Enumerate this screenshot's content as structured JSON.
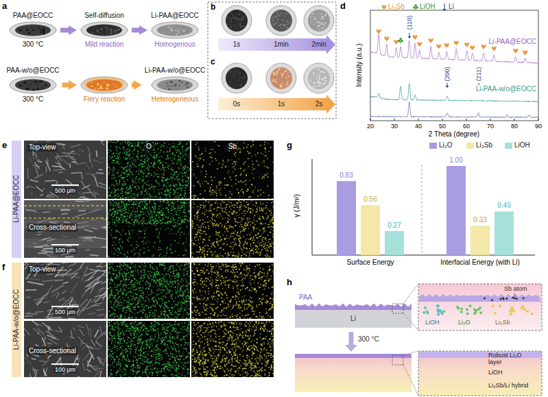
{
  "diagram": {
    "nodes": [
      {
        "text": [
          "PAA@EOCC",
          "300 °C"
        ]
      },
      {
        "text": [
          "Self-diffusion",
          "Mild reaction"
        ]
      },
      {
        "text": [
          "Li-PAA@EOCC",
          "Homogenous"
        ]
      },
      {
        "text": [
          "PAA-w/o@EOCC",
          "300 °C"
        ]
      },
      {
        "text": [
          "Fiery reaction"
        ]
      },
      {
        "text": [
          "Li-PAA-w/o@EOCC",
          "Heterogeneous"
        ]
      }
    ],
    "edges": [
      {
        "from": 0,
        "to": 1,
        "arrow": "to"
      },
      {
        "from": 1,
        "to": 2,
        "arrow": "to"
      },
      {
        "from": 3,
        "to": 4,
        "arrow": "to"
      },
      {
        "from": 4,
        "to": 5,
        "arrow": "to"
      }
    ],
    "labels": [
      "a",
      "b",
      "1s",
      "1min",
      "2min",
      "c",
      "0s",
      "1s",
      "2s",
      "d",
      "(110)",
      "(200)",
      "(211)",
      "Li-PAA@EOCC",
      "Li-PAA-w/o@EOCC",
      "Intensity (a.u.)",
      "20",
      "30",
      "40",
      "50",
      "60",
      "70",
      "80",
      "90",
      "2 Theta (degree)",
      "e",
      "Li-PAA@EOCC",
      "Top-view",
      "500 μm",
      "O",
      "Sb",
      "Cross-sectional",
      "100 μm",
      "f",
      "Li-PAA-w/o@EOCC",
      "Top-view",
      "500 μm",
      "Cross-sectional",
      "100 μm",
      "g",
      "γ (J/m²)",
      "0.83",
      "0.56",
      "0.27",
      "1.00",
      "0.33",
      "0.49",
      "Surface Energy",
      "Interfacial Energy (with Li)",
      "h",
      "PAA",
      "Li",
      "Sb atom",
      "LiOH",
      "Li₂O",
      "Li₃Sb",
      "300 °C",
      "Robust Li₂O layer",
      "LiOH",
      "Li₃Sb/Li hybrid"
    ],
    "legend": [
      {
        "text": "Li₃Sb"
      },
      {
        "text": "LiOH"
      },
      {
        "text": "Li"
      },
      {
        "text": "Li₂O",
        "color": "#a99ce2"
      },
      {
        "text": "Li₃Sb",
        "color": "#f4e8a8"
      },
      {
        "text": "LiOH",
        "color": "#a6e0da"
      }
    ]
  }
}
